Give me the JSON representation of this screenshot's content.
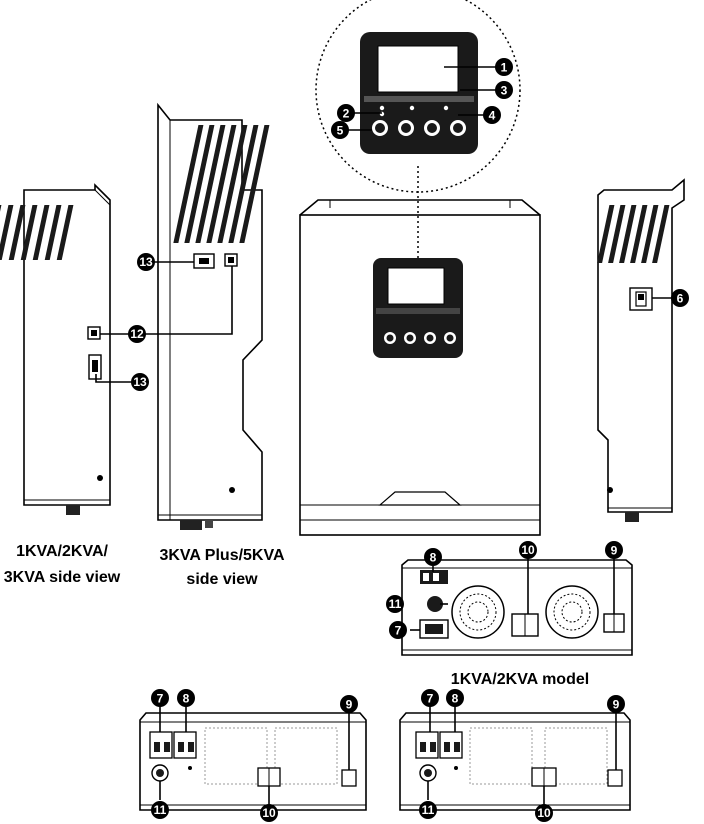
{
  "captions": {
    "side_small_line1": "1KVA/2KVA/",
    "side_small_line2": "3KVA side view",
    "side_large_line1": "3KVA Plus/5KVA",
    "side_large_line2": "side view",
    "bottom_model": "1KVA/2KVA model"
  },
  "callouts": [
    "1",
    "2",
    "3",
    "4",
    "5",
    "6",
    "7",
    "8",
    "9",
    "10",
    "11",
    "12",
    "13"
  ]
}
